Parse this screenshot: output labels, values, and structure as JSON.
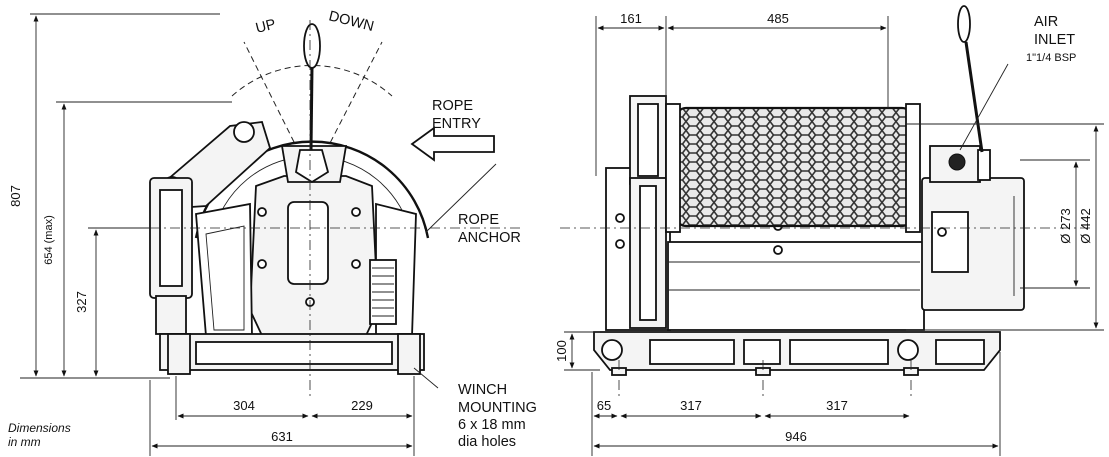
{
  "labels": {
    "up": "UP",
    "down": "DOWN",
    "rope_entry_1": "ROPE",
    "rope_entry_2": "ENTRY",
    "rope_anchor_1": "ROPE",
    "rope_anchor_2": "ANCHOR",
    "winch_mounting_1": "WINCH",
    "winch_mounting_2": "MOUNTING",
    "winch_mounting_3": "6 x 18 mm",
    "winch_mounting_4": "dia holes",
    "air_inlet_1": "AIR",
    "air_inlet_2": "INLET",
    "air_inlet_3": "1\"1/4 BSP",
    "dimensions_note_1": "Dimensions",
    "dimensions_note_2": "in mm"
  },
  "front_view": {
    "dim_807": "807",
    "dim_654": "654 (max)",
    "dim_327": "327",
    "dim_304": "304",
    "dim_229": "229",
    "dim_631": "631"
  },
  "side_view": {
    "dim_161": "161",
    "dim_485": "485",
    "dim_100": "100",
    "dim_65": "65",
    "dim_317a": "317",
    "dim_317b": "317",
    "dim_946": "946",
    "dim_273": "Ø 273",
    "dim_442": "Ø 442"
  }
}
